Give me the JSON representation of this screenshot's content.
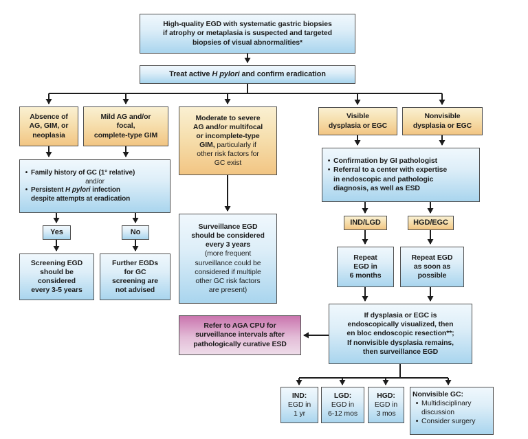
{
  "diagram": {
    "title_semantic": "Gastric biopsy and surveillance EGD decision flowchart",
    "bullet": "•",
    "colors": {
      "box_blue_top": "#f0f8fd",
      "box_blue_bottom": "#a9d5ee",
      "box_orange_top": "#faf0d2",
      "box_orange_bottom": "#f2c583",
      "box_pink_top": "#ca75ae",
      "box_pink_bottom": "#eedce9",
      "border": "#4d4d4d",
      "arrow": "#1c1c1c",
      "background": "#ffffff"
    },
    "nodes": {
      "top": {
        "text": "High-quality EGD with systematic gastric biopsies\nif atrophy or metaplasia is suspected and targeted\nbiopsies of visual abnormalities*"
      },
      "treat": {
        "pre": "Treat active ",
        "italic": "H pylori",
        "post": " and confirm eradication"
      },
      "absence": {
        "text": "Absence of\nAG, GIM, or\nneoplasia"
      },
      "mild": {
        "text": "Mild AG and/or\nfocal,\ncomplete-type GIM"
      },
      "moderate": {
        "bold": "Moderate to severe\nAG and/or multifocal\nor incomplete-type\nGIM,",
        "regular": " particularly if\nother risk factors for\nGC exist"
      },
      "visible": {
        "text": "Visible\ndysplasia or EGC"
      },
      "nonvisible": {
        "text": "Nonvisible\ndysplasia or EGC"
      },
      "family": {
        "b1": "Family history of GC (1° relative)",
        "andor": "and/or",
        "b2_pre": "Persistent ",
        "b2_italic": "H pylori",
        "b2_post": " infection\ndespite attempts at eradication"
      },
      "yes": {
        "text": "Yes"
      },
      "no": {
        "text": "No"
      },
      "screening": {
        "text": "Screening EGD\nshould be\nconsidered\nevery 3-5 years"
      },
      "further": {
        "text": "Further EGDs\nfor GC\nscreening are\nnot advised"
      },
      "surveillance": {
        "bold": "Surveillance EGD\nshould be considered\nevery 3 years",
        "regular": "(more frequent\nsurveillance could be\nconsidered if multiple\nother GC risk factors\nare present)"
      },
      "confirmation": {
        "b1": "Confirmation by GI pathologist",
        "b2": "Referral to a center with expertise\nin endoscopic and pathologic\ndiagnosis, as well as ESD"
      },
      "indlgd": {
        "text": "IND/LGD"
      },
      "hgdegc": {
        "text": "HGD/EGC"
      },
      "repeat6": {
        "text": "Repeat\nEGD in\n6 months"
      },
      "repeatasap": {
        "text": "Repeat EGD\nas soon as\npossible"
      },
      "resection": {
        "text": "If dysplasia or EGC is\nendoscopically visualized, then\nen bloc endoscopic resection**;\nIf nonvisible dysplasia remains,\nthen surveillance EGD"
      },
      "refer": {
        "text": "Refer to AGA CPU for\nsurveillance intervals after\npathologically curative ESD"
      },
      "ind": {
        "bold": "IND:",
        "regular": "EGD in\n1 yr"
      },
      "lgd": {
        "bold": "LGD:",
        "regular": "EGD in\n6-12 mos"
      },
      "hgd": {
        "bold": "HGD:",
        "regular": "EGD in\n3 mos"
      },
      "nonvisiblegc": {
        "heading": "Nonvisible GC:",
        "b1": "Multidisciplinary\ndiscussion",
        "b2": "Consider surgery"
      }
    }
  }
}
